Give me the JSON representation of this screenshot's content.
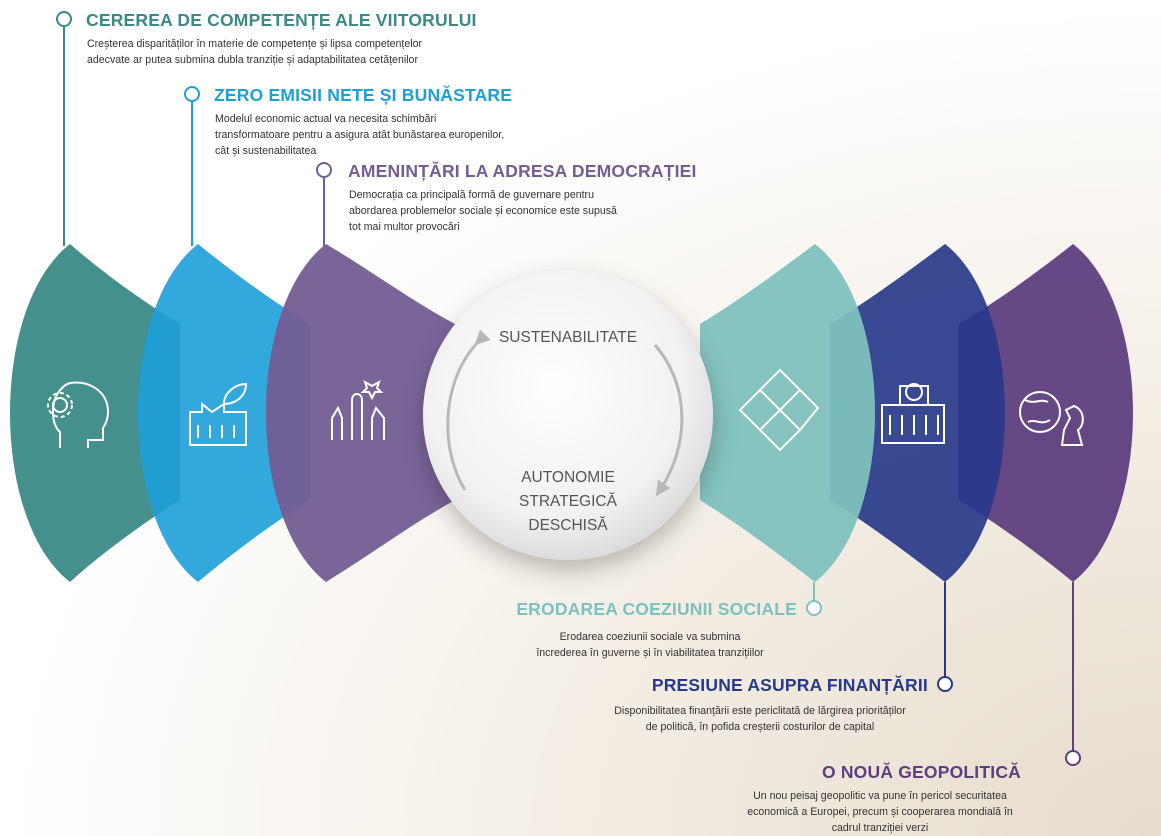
{
  "colors": {
    "teal": "#3a8a86",
    "blue": "#1d9fd8",
    "purple": "#735d94",
    "light_teal": "#7ec1bd",
    "navy": "#273a8a",
    "violet": "#5d3e7e"
  },
  "center": {
    "top_label": "SUSTENABILITATE",
    "bottom_lines": [
      "AUTONOMIE",
      "STRATEGICĂ",
      "DESCHISĂ"
    ]
  },
  "segments": [
    {
      "icon": "head-gear-icon",
      "color": "#3a8a86"
    },
    {
      "icon": "factory-leaf-icon",
      "color": "#1d9fd8"
    },
    {
      "icon": "raised-hands-icon",
      "color": "#735d94"
    },
    {
      "icon": "connected-hands-icon",
      "color": "#7ec1bd"
    },
    {
      "icon": "bank-euro-icon",
      "color": "#273a8a"
    },
    {
      "icon": "globe-chess-icon",
      "color": "#5d3e7e"
    }
  ],
  "challenges": [
    {
      "title": "CEREREA DE COMPETENȚE ALE VIITORULUI",
      "lines": [
        "Creșterea disparităților în materie de competențe și lipsa competențelor",
        "adecvate ar putea submina dubla tranziție și adaptabilitatea cetățenilor"
      ],
      "color": "#3a8a86"
    },
    {
      "title": "ZERO EMISII NETE ȘI BUNĂSTARE",
      "lines": [
        "Modelul economic actual va necesita schimbări",
        "transformatoare pentru a asigura atât bunăstarea europenilor,",
        "cât și sustenabilitatea"
      ],
      "color": "#1d9fd8"
    },
    {
      "title": "AMENINȚĂRI LA ADRESA DEMOCRAȚIEI",
      "lines": [
        "Democrația ca principală formă de guvernare pentru",
        "abordarea problemelor sociale și economice este supusă",
        "tot mai multor provocări"
      ],
      "color": "#735d94"
    },
    {
      "title": "ERODAREA COEZIUNII SOCIALE",
      "lines": [
        "Erodarea coeziunii sociale va submina",
        "încrederea în guverne și în viabilitatea tranzițiilor"
      ],
      "color": "#7ec1bd"
    },
    {
      "title": "PRESIUNE ASUPRA FINANȚĂRII",
      "lines": [
        "Disponibilitatea finanțării este periclitată de lărgirea priorităților",
        "de politică, în pofida creșterii costurilor de capital"
      ],
      "color": "#273a8a"
    },
    {
      "title": "O NOUĂ GEOPOLITICĂ",
      "lines": [
        "Un nou peisaj geopolitic va pune în pericol securitatea",
        "economică a Europei, precum și cooperarea mondială în",
        "cadrul tranziției verzi"
      ],
      "color": "#5d3e7e"
    }
  ]
}
